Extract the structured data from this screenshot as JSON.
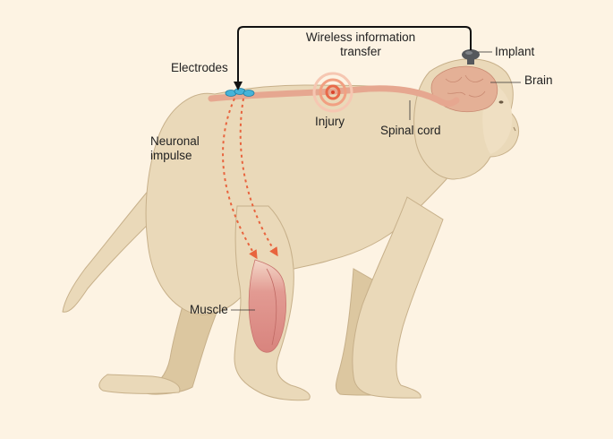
{
  "labels": {
    "wireless_line1": "Wireless information",
    "wireless_line2": "transfer",
    "implant": "Implant",
    "brain": "Brain",
    "electrodes": "Electrodes",
    "injury": "Injury",
    "spinal_cord": "Spinal cord",
    "neuronal_line1": "Neuronal",
    "neuronal_line2": "impulse",
    "muscle": "Muscle"
  },
  "colors": {
    "background": "#fdf3e3",
    "fur": "#ead9b9",
    "fur_shadow": "#dcc7a0",
    "fur_outline": "#c7b08a",
    "spinal_cord": "#e6a790",
    "brain": "#e4b096",
    "muscle": "#d88a84",
    "impulse_arrows": "#e8643e",
    "injury": "#e86a4a",
    "electrodes": "#46b3d8",
    "implant": "#55585c",
    "wire": "#111111"
  }
}
